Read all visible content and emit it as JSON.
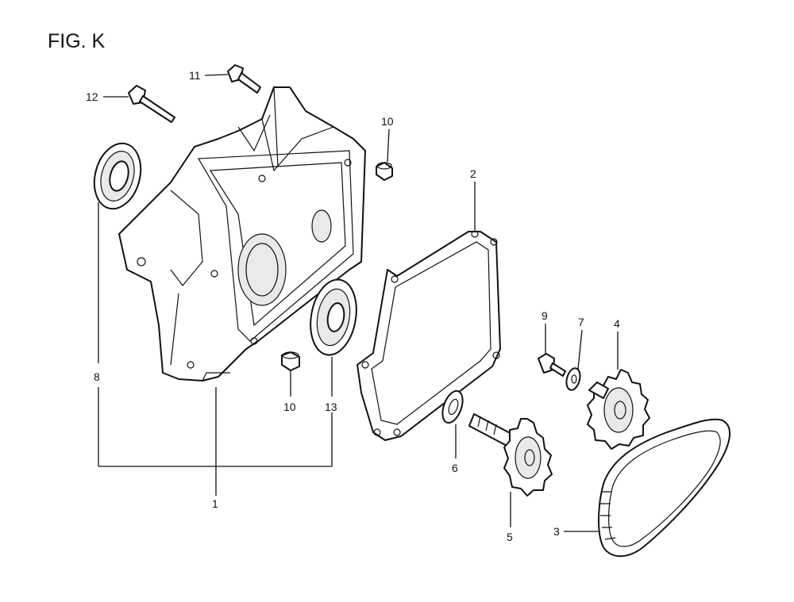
{
  "figure": {
    "title": "FIG. K"
  },
  "callouts": {
    "c1": "1",
    "c2": "2",
    "c3": "3",
    "c4": "4",
    "c5": "5",
    "c6": "6",
    "c7": "7",
    "c8": "8",
    "c9": "9",
    "c10a": "10",
    "c10b": "10",
    "c11": "11",
    "c12": "12",
    "c13": "13"
  }
}
